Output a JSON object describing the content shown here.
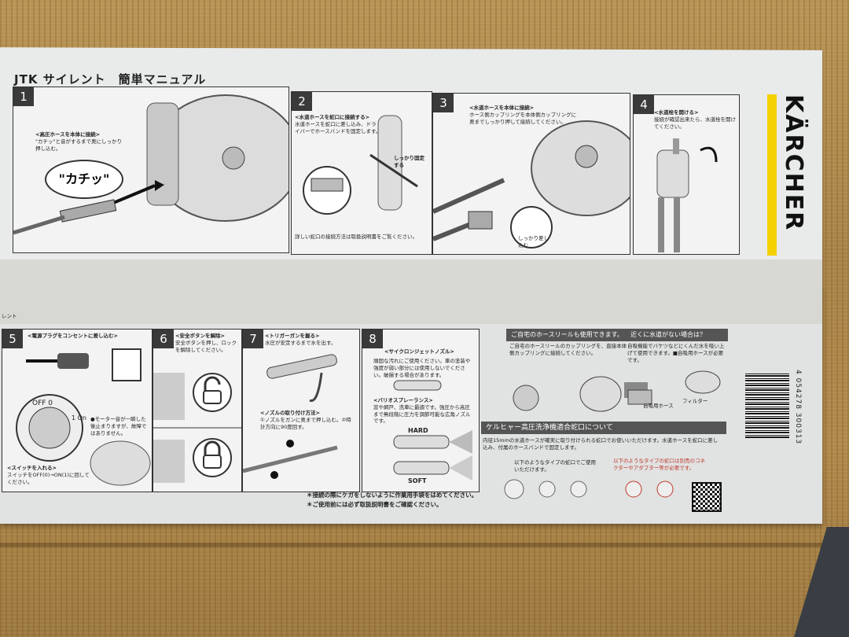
{
  "manual": {
    "title": "JTK サイレント　簡単マニュアル",
    "brand": "KÄRCHER",
    "steps": [
      {
        "num": "1",
        "heading": "<高圧ホースを本体に接続>",
        "text": "\"カチッ\"と音がするまで奥にしっかり押し込む。",
        "callout": "\"カチッ\""
      },
      {
        "num": "2",
        "heading": "<水道ホースを蛇口に接続する>",
        "text": "水道ホースを蛇口に差し込み、ドライバーでホースバンドを固定します。",
        "label": "しっかり固定する",
        "footer": "詳しい蛇口の接続方法は取扱説明書をご覧ください。"
      },
      {
        "num": "3",
        "heading": "<水道ホースを本体に接続>",
        "text": "ホース側カップリングを本体側カップリングに奥までしっかり押して接続してください。",
        "label": "しっかり差し込む"
      },
      {
        "num": "4",
        "heading": "<水道栓を開ける>",
        "text": "接続が確認出来たら、水道栓を開けてください。"
      },
      {
        "num": "5",
        "heading": "<電源プラグをコンセントに差し込む>",
        "text": "●モーター音が一瞬した後止まりますが、故障ではありません。",
        "sub_heading": "<スイッチを入れる>",
        "sub_text": "スイッチをOFF(0)→ON(1)に回してください。",
        "dial_off": "OFF 0",
        "dial_on": "1 On"
      },
      {
        "num": "6",
        "heading": "<安全ボタンを解除>",
        "text": "安全ボタンを押し、ロックを解除してください。"
      },
      {
        "num": "7",
        "heading": "<トリガーガンを握る>",
        "text": "水圧が安定するまで水を出す。",
        "sub_heading": "<ノズルの取り付け方法>",
        "sub_text": "①ノズルをガンに奥まで押し込む。②時計方向に90度回す。"
      },
      {
        "num": "8",
        "heading": "<サイクロンジェットノズル>",
        "text": "頑固な汚れにご使用ください。車の塗装や強度が弱い部分には使用しないでください。破損する場合があります。",
        "sub_heading": "<バリオスプレーランス>",
        "sub_text": "窓や網戸、洗車に最適です。強圧から高圧まで無段階に圧力を調節可能な広角ノズルです。",
        "hard": "HARD",
        "soft": "SOFT"
      }
    ],
    "notes": [
      "＊接続の際にケガをしないように作業用手袋をはめてください。",
      "＊ご使用前には必ず取扱説明書をご確認ください。"
    ],
    "info": {
      "reel_heading": "ご自宅のホースリールも使用できます。",
      "reel_text": "ご自宅のホースリールのカップリングを、直接本体側カップリングに接続してください。",
      "no_tap_heading": "近くに水道がない場合は？",
      "no_tap_text": "自吸機能でバケツなどにくんだ水を吸い上げて使用できます。■自吸用ホースが必要です。",
      "hose_label": "自吸用ホース",
      "filter_label": "フィルター",
      "faucet_heading": "ケルヒャー高圧洗浄機適合蛇口について",
      "faucet_text": "内径15mmの水道ホースが確実に取り付けられる蛇口でお使いいただけます。水道ホースを蛇口に差し込み、付属のホースバンドで固定します。",
      "faucet_warn": "以下のようなタイプの蛇口は別売のコネクターやアダプター等が必要です。",
      "faucet_ok": "以下のようなタイプの蛇口でご使用いただけます。"
    },
    "barcode": "4 054278 300313",
    "footer_small": "レント"
  }
}
